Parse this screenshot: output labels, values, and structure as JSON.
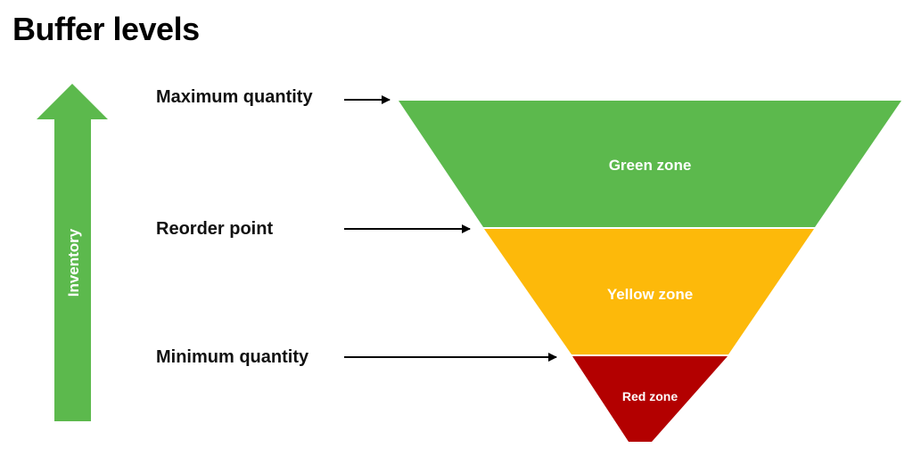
{
  "title": "Buffer levels",
  "axis_label": "Inventory",
  "levels": {
    "max": "Maximum quantity",
    "reorder": "Reorder point",
    "min": "Minimum quantity"
  },
  "zones": {
    "green": {
      "label": "Green zone",
      "color": "#5cb94d"
    },
    "yellow": {
      "label": "Yellow zone",
      "color": "#fdb90a"
    },
    "red": {
      "label": "Red zone",
      "color": "#b30000"
    }
  },
  "colors": {
    "arrow": "#5cb94d",
    "text": "#111111"
  }
}
